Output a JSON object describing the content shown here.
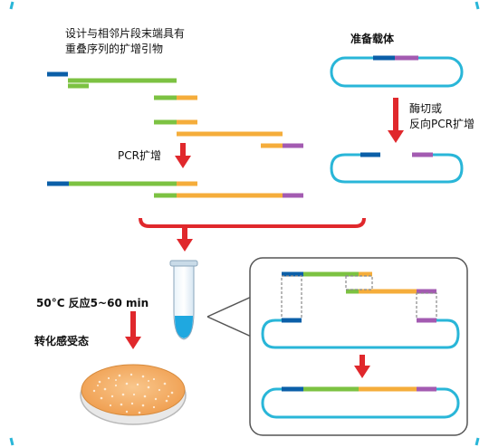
{
  "labels": {
    "primer_design": "设计与相邻片段末端具有",
    "primer_design_2": "重叠序列的扩增引物",
    "prepare_vector": "准备载体",
    "digest": "酶切或",
    "digest_2": "反向PCR扩增",
    "pcr_amplify": "PCR扩增",
    "reaction": "50°C 反应5~60 min",
    "transform": "转化感受态"
  },
  "colors": {
    "vector_line": "#29b6d8",
    "fragment_blue": "#0b5fa8",
    "fragment_green": "#7cc242",
    "fragment_orange": "#f5ad3b",
    "fragment_purple": "#a35bb1",
    "arrow_red": "#e0282c",
    "panel_border": "#555555",
    "dish_fill": "#f3b06a"
  },
  "icons": [
    "down-arrow-icon",
    "pcr-tube-icon",
    "petri-dish-icon",
    "bracket-icon"
  ]
}
